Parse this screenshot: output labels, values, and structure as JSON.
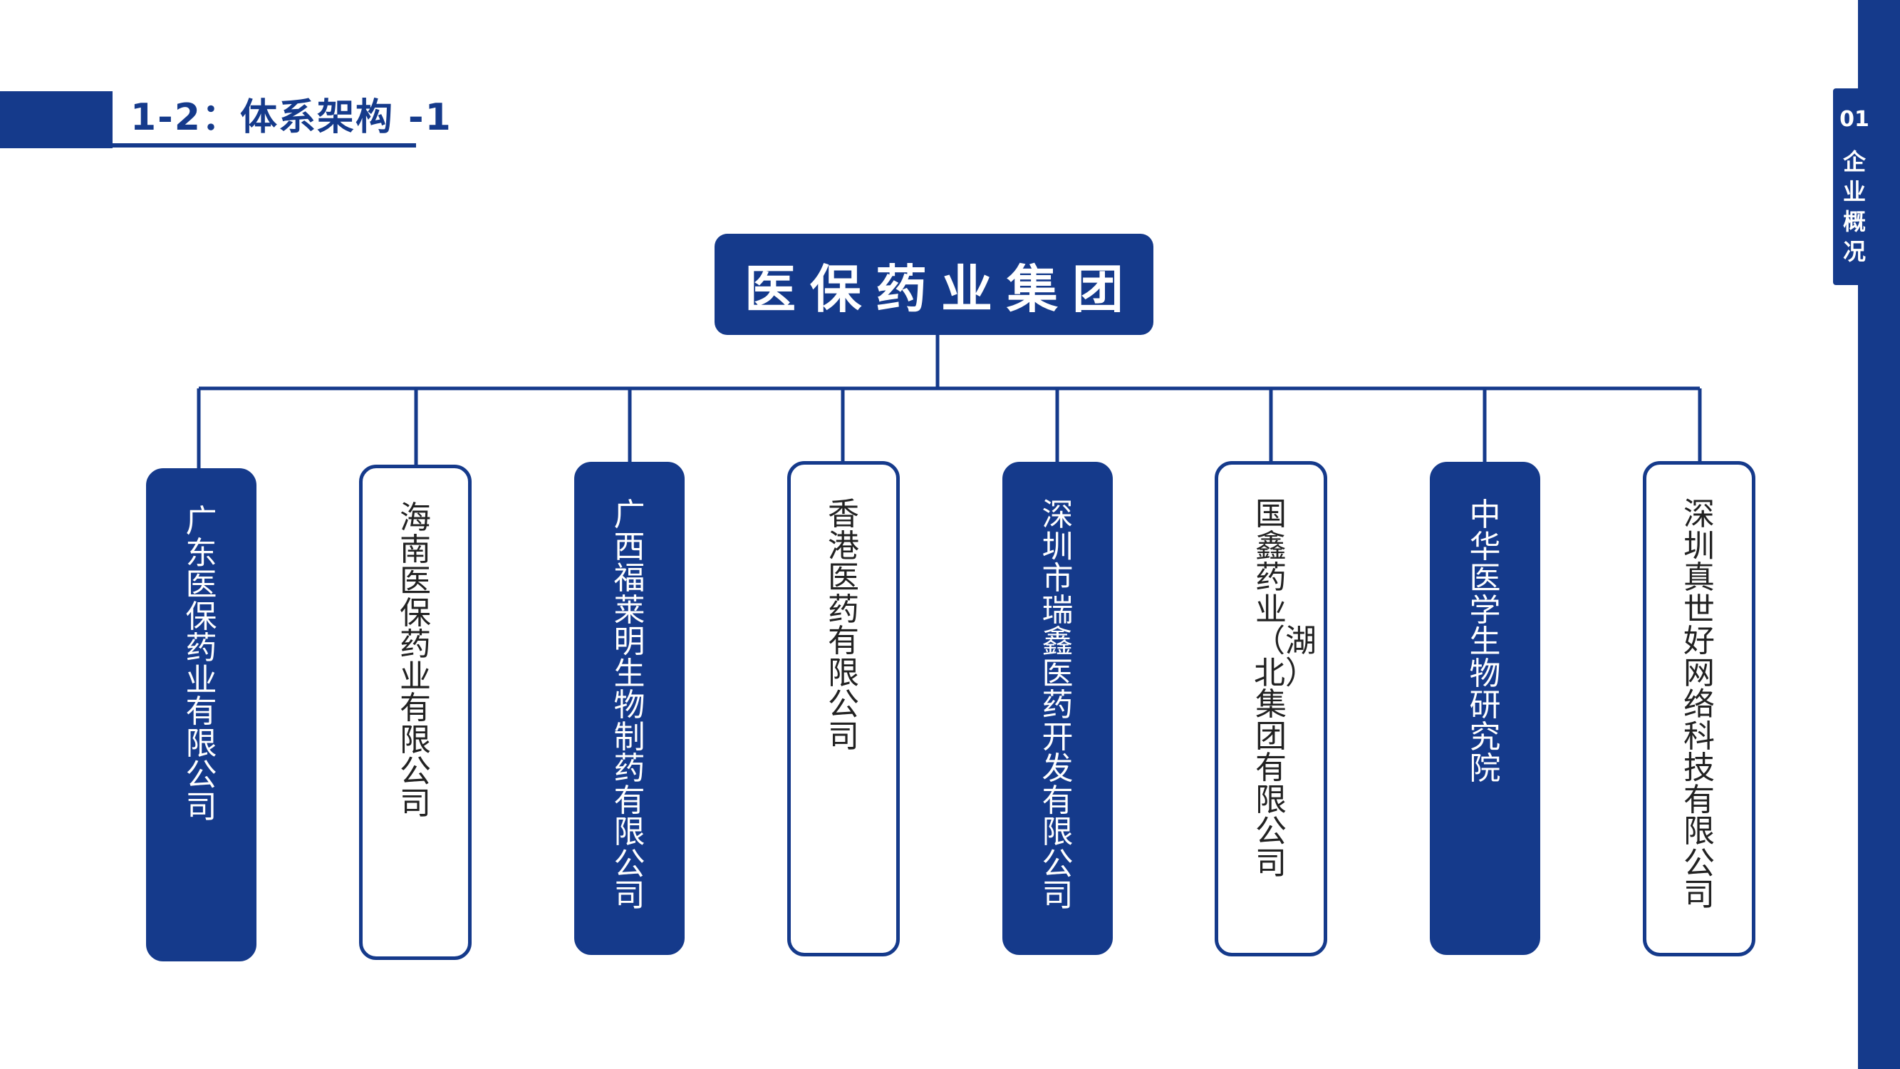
{
  "header": {
    "title": "1-2：体系架构 -1"
  },
  "side_nav": {
    "number": "01",
    "label": "企业概况"
  },
  "org_chart": {
    "root": "医保药业集团",
    "children": [
      {
        "name": "广东医保药业有限公司",
        "style": "filled"
      },
      {
        "name": "海南医保药业有限公司",
        "style": "outlined"
      },
      {
        "name": "广西福莱明生物制药有限公司",
        "style": "filled"
      },
      {
        "name": "香港医药有限公司",
        "style": "outlined"
      },
      {
        "name": "深圳市瑞鑫医药开发有限公司",
        "style": "filled"
      },
      {
        "name": "国鑫药业（湖北）集团有限公司",
        "style": "outlined"
      },
      {
        "name": "中华医学生物研究院",
        "style": "filled"
      },
      {
        "name": "深圳真世好网络科技有限公司",
        "style": "outlined"
      }
    ]
  },
  "colors": {
    "primary": "#153a8b",
    "background": "#ffffff",
    "outlined_text": "#222222"
  }
}
